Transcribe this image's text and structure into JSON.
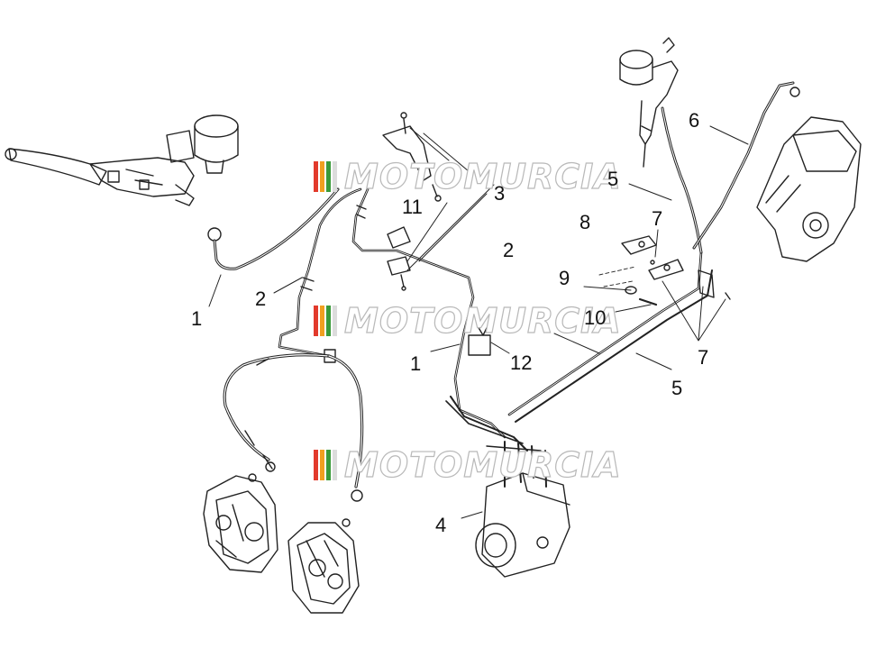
{
  "diagram": {
    "callouts": {
      "c1a": "1",
      "c2a": "2",
      "c11": "11",
      "c3": "3",
      "c2b": "2",
      "c1b": "1",
      "c12": "12",
      "c4": "4",
      "c5a": "5",
      "c6": "6",
      "c8": "8",
      "c7a": "7",
      "c9": "9",
      "c10": "10",
      "c7b": "7",
      "c5b": "5"
    },
    "watermark": {
      "text": "MOTOMURCIA",
      "stripe_colors": [
        "#e23a2c",
        "#f0a020",
        "#3a9a3a",
        "#d8d8d8"
      ]
    },
    "colors": {
      "line": "#222222",
      "hose": "#333333",
      "background": "#ffffff"
    }
  }
}
